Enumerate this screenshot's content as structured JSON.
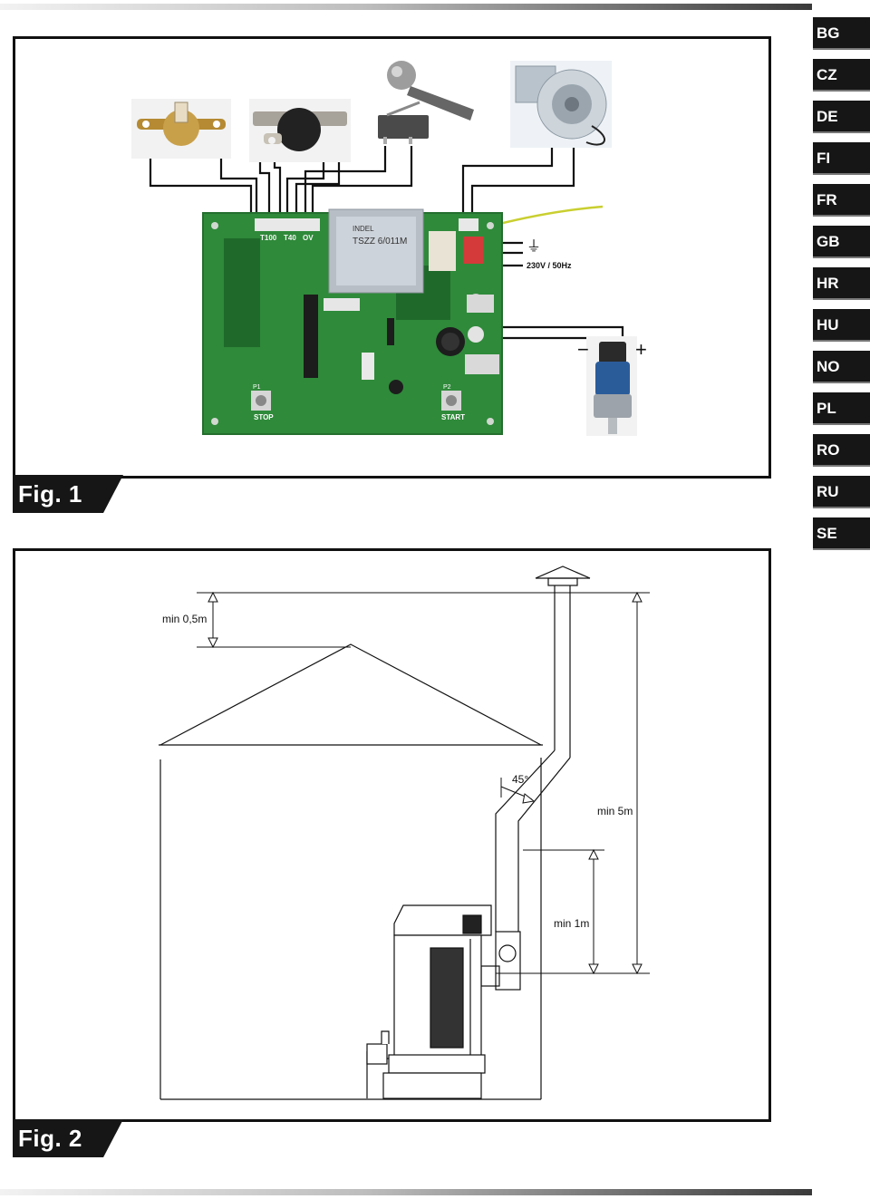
{
  "languages": [
    "BG",
    "CZ",
    "DE",
    "FI",
    "FR",
    "GB",
    "HR",
    "HU",
    "NO",
    "PL",
    "RO",
    "RU",
    "SE"
  ],
  "figure1": {
    "label": "Fig. 1",
    "power_label": "230V / 50Hz",
    "ground_symbol": "⏚",
    "motor_minus": "−",
    "motor_plus": "+",
    "transformer_text": "TSZZ 6/011M",
    "transformer_brand": "INDEL",
    "board_labels": {
      "t100": "T100",
      "t40": "T40",
      "ov": "OV",
      "stop": "STOP",
      "start": "START",
      "p1": "P1",
      "p2": "P2"
    },
    "colors": {
      "board": "#2f8a3a",
      "frame": "#111111",
      "tab": "#161616"
    }
  },
  "figure2": {
    "label": "Fig. 2",
    "dim_roof": "min 0,5m",
    "dim_total": "min 5m",
    "dim_vertical": "min 1m",
    "angle": "45°"
  }
}
